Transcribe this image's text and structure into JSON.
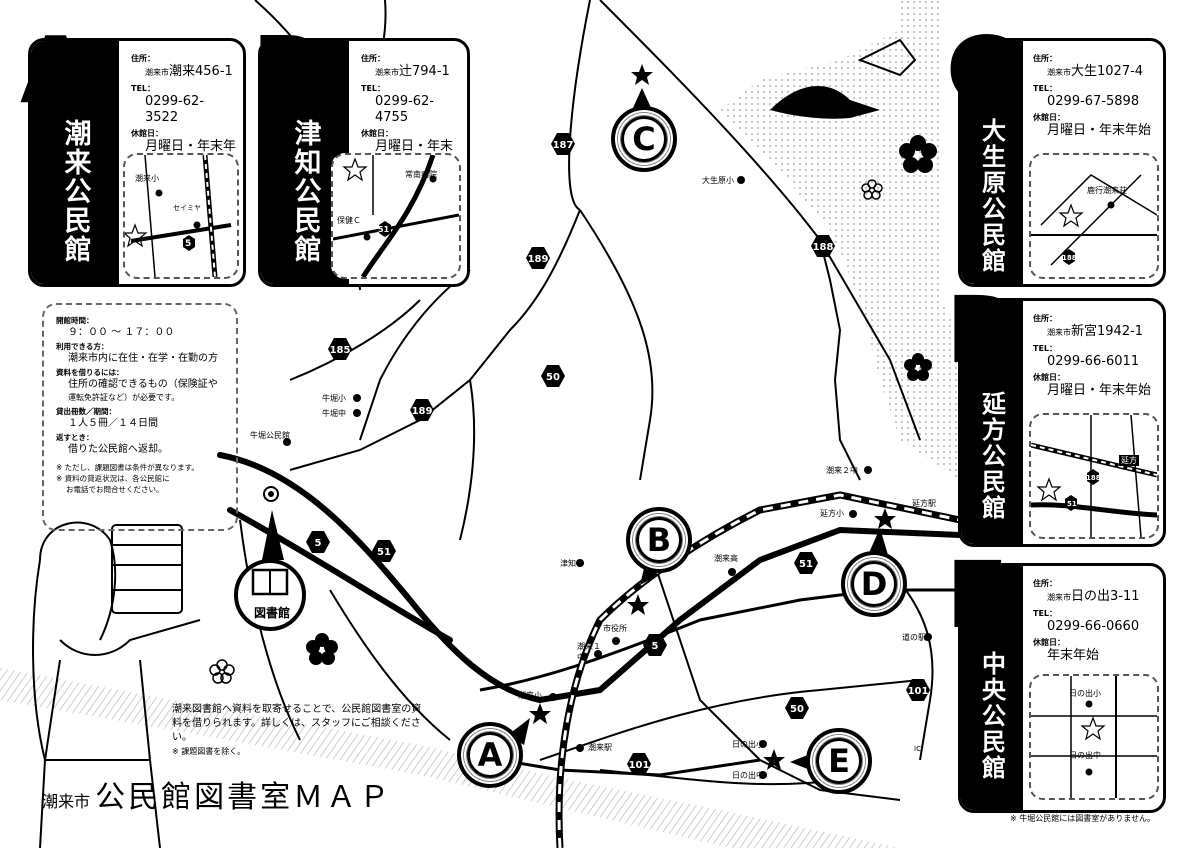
{
  "title": {
    "small": "潮来市",
    "big": "公民館図書室ＭＡＰ"
  },
  "description": "潮来図書館へ資料を取寄せることで、公民館図書室の資料を借りられます。詳しくは、スタッフにご相談ください。",
  "description_note": "※ 課題図書を除く。",
  "footnote": "※ 牛堀公民館には図書室がありません。",
  "labels": {
    "address": "住所：",
    "tel": "TEL：",
    "closed": "休館日：",
    "city": "潮来市"
  },
  "halls": [
    {
      "letter": "A",
      "name": "潮来公民館",
      "address": "潮来456-1",
      "tel": "0299-62-3522",
      "closed": "月曜日・年末年始"
    },
    {
      "letter": "B",
      "name": "津知公民館",
      "address": "辻794-1",
      "tel": "0299-62-4755",
      "closed": "月曜日・年末年始"
    },
    {
      "letter": "C",
      "name": "大生原公民館",
      "address": "大生1027-4",
      "tel": "0299-67-5898",
      "closed": "月曜日・年末年始"
    },
    {
      "letter": "D",
      "name": "延方公民館",
      "address": "新宮1942-1",
      "tel": "0299-66-6011",
      "closed": "月曜日・年末年始"
    },
    {
      "letter": "E",
      "name": "中央公民館",
      "address": "日の出3-11",
      "tel": "0299-66-0660",
      "closed": "年末年始"
    }
  ],
  "info": {
    "hours_label": "開館時間：",
    "hours": "９：００ ～ １７：００",
    "users_label": "利用できる方：",
    "users": "潮来市内に在住・在学・在勤の方",
    "borrow_label": "資料を借りるには：",
    "borrow_1": "住所の確認できるもの（保険証や",
    "borrow_2": "運転免許証など）が必要です。",
    "limit_label": "貸出冊数／期間：",
    "limit": "１人５冊／１４日間",
    "return_label": "返すとき：",
    "return": "借りた公民館へ返却。",
    "note_1": "※ ただし、課題図書は条件が異なります。",
    "note_2": "※ 資料の貸返状況は、各公民館に",
    "note_3": "お電話でお問合せください。"
  },
  "places": {
    "library": "図書館",
    "ushibori_hall": "牛堀公民館",
    "ushibori_sho": "牛堀小",
    "ushibori_chu": "牛堀中",
    "oohara_sho": "大生原小",
    "itako2chu": "潮来２中",
    "nobekata_sho": "延方小",
    "nobekata_sta": "延方駅",
    "tsuchi_sho": "津知小",
    "itako_ko": "潮来高",
    "shiyakusho": "市役所",
    "itako1chu": "潮来１中",
    "itako_sho": "潮来小",
    "itako_sta": "潮来駅",
    "michinoeki": "道の駅",
    "hinode_sho": "日の出小",
    "hinode_chu": "日の出中",
    "ic": "IC"
  },
  "routes": [
    "187",
    "189",
    "188",
    "185",
    "50",
    "189",
    "5",
    "51",
    "51",
    "5",
    "50",
    "101",
    "101"
  ],
  "mini_labels": {
    "a_school": "潮来小",
    "a_store": "セイミヤ",
    "a_route": "5",
    "b_hospital": "常南病院",
    "b_center": "保健Ｃ",
    "b_route": "51",
    "c_place": "鹿行潮来荘",
    "c_route": "188",
    "d_place": "延方",
    "d_route1": "188",
    "d_route2": "51",
    "e_sho": "日の出小",
    "e_chu": "日の出中"
  }
}
